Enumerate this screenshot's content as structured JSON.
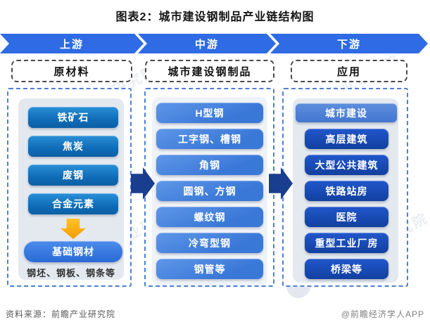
{
  "title": "图表2：城市建设钢制品产业链结构图",
  "band": {
    "segments": [
      {
        "label": "上游"
      },
      {
        "label": "中游"
      },
      {
        "label": "下游"
      }
    ]
  },
  "stages": [
    {
      "label": "原材料",
      "items": [
        "铁矿石",
        "焦炭",
        "废钢",
        "合金元素"
      ],
      "result": "基础钢材",
      "note": "钢坯、钢板、钢条等"
    },
    {
      "label": "城市建设钢制品",
      "items": [
        "H型钢",
        "工字钢、槽钢",
        "角钢",
        "圆钢、方钢",
        "螺纹钢",
        "冷弯型钢",
        "钢管等"
      ]
    },
    {
      "label": "应用",
      "header": "城市建设",
      "items": [
        "高层建筑",
        "大型公共建筑",
        "铁路站房",
        "医院",
        "重型工业厂房",
        "桥梁等"
      ]
    }
  ],
  "footer": {
    "source": "资料来源：前瞻产业研究院",
    "credit": "@前瞻经济学人APP"
  },
  "watermark": "前瞻产业研究院",
  "colors": {
    "band_blue": "#2e6be4",
    "panel_dash_blue": "#4d7fd2",
    "upstream_node": "#1177c5",
    "base_steel_node": "#2e7ce4",
    "midstream_node": "#3e80de",
    "downstream_header": "#4d82d9",
    "downstream_node": "#1548c4",
    "connector_navy": "#1a3e8f",
    "down_arrow_yellow": "#f5a623",
    "inner_panel_gray": "#e4e9f0"
  }
}
